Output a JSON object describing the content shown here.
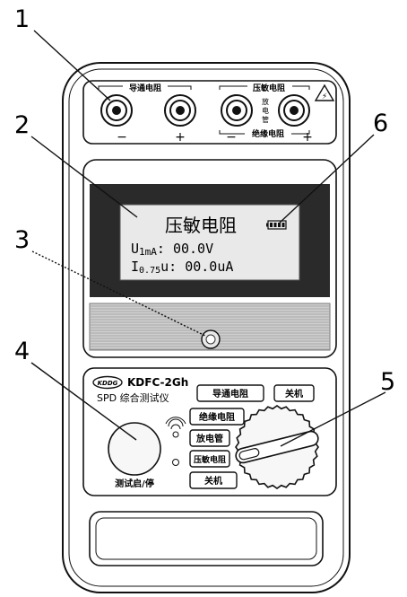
{
  "callouts": [
    "1",
    "2",
    "3",
    "4",
    "5",
    "6"
  ],
  "terminals": {
    "continuity_group": "导通电阻",
    "varistor_group": "压敏电阻",
    "insulation_group": "绝缘电阻",
    "gdt_label": [
      "放",
      "电",
      "管"
    ],
    "minus": "−",
    "plus": "+"
  },
  "lcd": {
    "title": "压敏电阻",
    "line1_prefix": "U",
    "line1_sub": "1mA",
    "line1_value": ":  00.0V",
    "line2_prefix": "I",
    "line2_sub": "0.75",
    "line2_value": "u:  00.0uA"
  },
  "brand": {
    "logo": "KDDG",
    "model": "KDFC-2Gh",
    "product": "SPD 综合测试仪"
  },
  "start_stop_label": "测试启/停",
  "selector": {
    "positions": [
      "导通电阻",
      "绝缘电阻",
      "放电管",
      "压敏电阻",
      "关机"
    ],
    "off_top": "关机"
  },
  "colors": {
    "line": "#111111",
    "lcd": "#2a2a2a",
    "screen": "#e9e9e9",
    "knob": "#f7f7f7"
  },
  "icons": [
    "battery-icon",
    "warning-triangle-icon",
    "buzzer-icon",
    "led-indicator-icon"
  ]
}
